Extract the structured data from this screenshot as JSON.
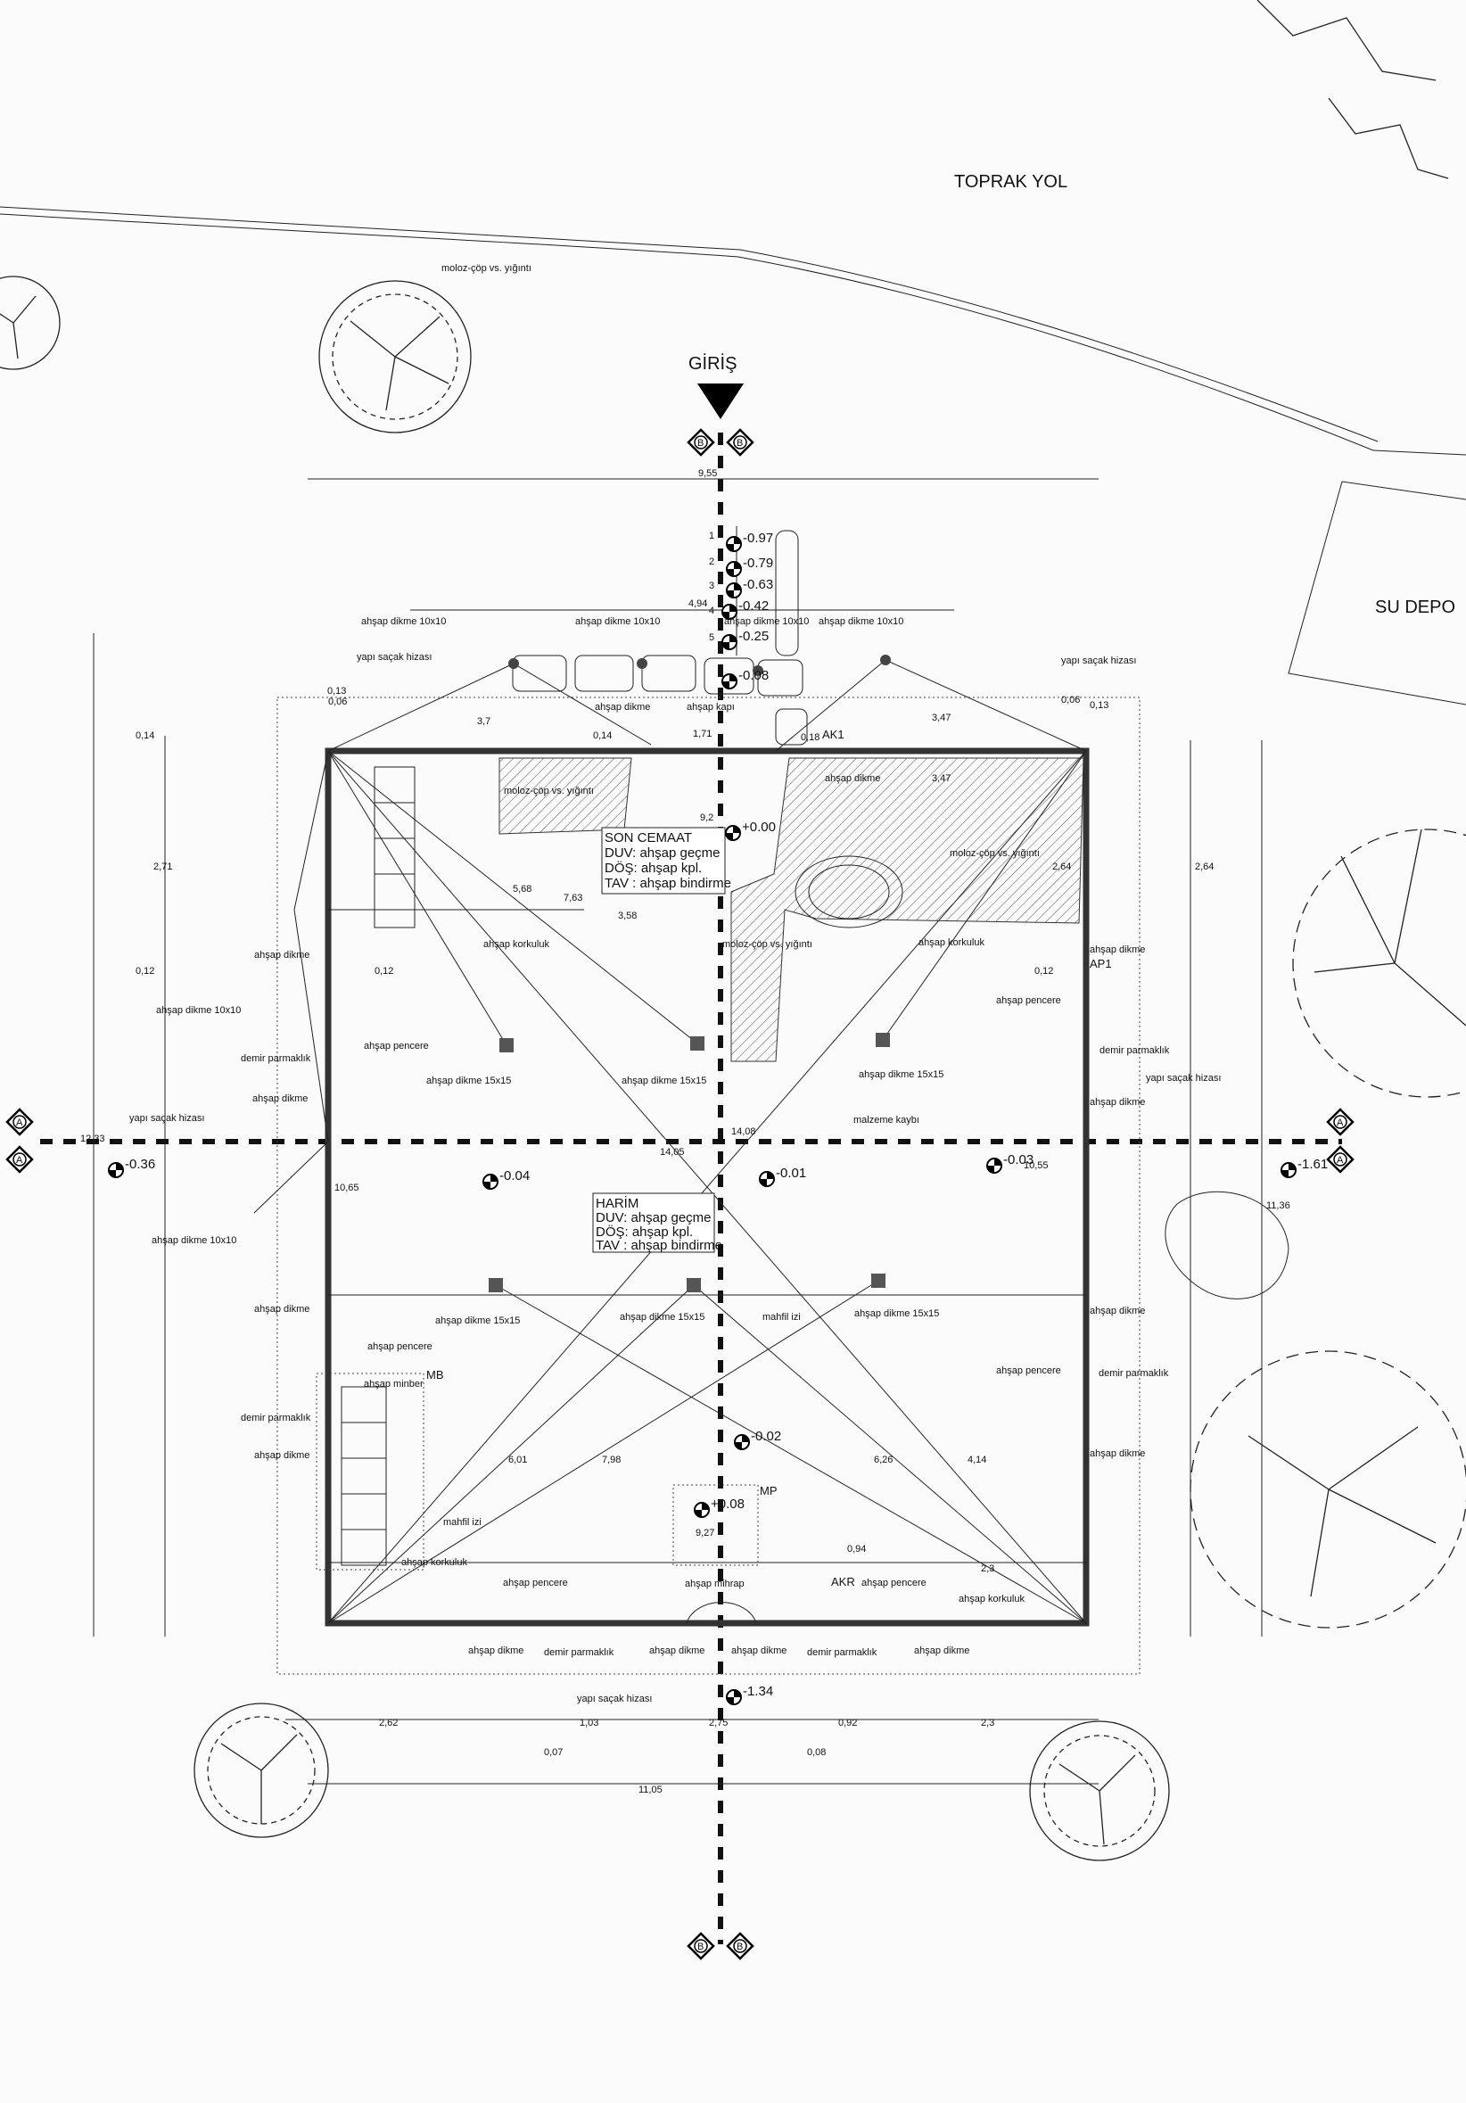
{
  "title": {
    "road": "TOPRAK YOL",
    "water_tank": "SU DEPO",
    "entrance": "GİRİŞ"
  },
  "axes": {
    "a": "A",
    "b": "B"
  },
  "son_cemaat": {
    "title": "SON CEMAAT",
    "wall": "DUV: ahşap geçme",
    "floor": "DÖŞ: ahşap kpl.",
    "ceiling": "TAV : ahşap bindirme"
  },
  "harim": {
    "title": "HARİM",
    "wall": "DUV: ahşap geçme",
    "floor": "DÖŞ: ahşap kpl.",
    "ceiling": "TAV : ahşap bindirme"
  },
  "elevations": [
    "-0.97",
    "-0.79",
    "-0.63",
    "-0.42",
    "-0.25",
    "-0.08",
    "+0.00",
    "-0.04",
    "-0.01",
    "-0.03",
    "-0.36",
    "-1.61",
    "-0.02",
    "+0.08",
    "-1.34"
  ],
  "step_numbers": [
    "1",
    "2",
    "3",
    "4",
    "5"
  ],
  "labels": {
    "rubble": "moloz-çöp vs. yığıntı",
    "post10": "ahşap dikme 10x10",
    "eaves": "yapı saçak hizası",
    "door": "ahşap kapı",
    "post": "ahşap dikme",
    "ak1": "AK1",
    "railing": "ahşap korkuluk",
    "post15": "ahşap dikme 15x15",
    "material_loss": "malzeme kaybı",
    "ap1": "AP1",
    "window": "ahşap pencere",
    "iron_grille": "demir parmaklık",
    "minbar": "ahşap minber",
    "mb": "MB",
    "mahfil": "mahfil izi",
    "mp": "MP",
    "akr": "AKR",
    "mihrab": "ahşap mihrap"
  },
  "dimensions": {
    "top_width": "9,55",
    "bottom_width": "11,05",
    "d494": "4,94",
    "d92": "9,2",
    "d927": "9,27",
    "d171": "1,71",
    "d347": "3,47",
    "d37": "3,7",
    "d568": "5,68",
    "d763": "7,63",
    "d358": "3,58",
    "d1408": "14,08",
    "d1405": "14,05",
    "d601": "6,01",
    "d798": "7,98",
    "d626": "6,26",
    "d414": "4,14",
    "d264": "2,64",
    "d271": "2,71",
    "d1055": "10,55",
    "d1065": "10,65",
    "d1233": "12,33",
    "d1136": "11,36",
    "d262": "2,62",
    "d103": "1,03",
    "d275": "2,75",
    "d092": "0,92",
    "d23": "2,3",
    "d007": "0,07",
    "d008": "0,08",
    "d014": "0,14",
    "d018": "0,18",
    "d006": "0,06",
    "d013": "0,13",
    "d012": "0,12",
    "d094": "0,94"
  }
}
